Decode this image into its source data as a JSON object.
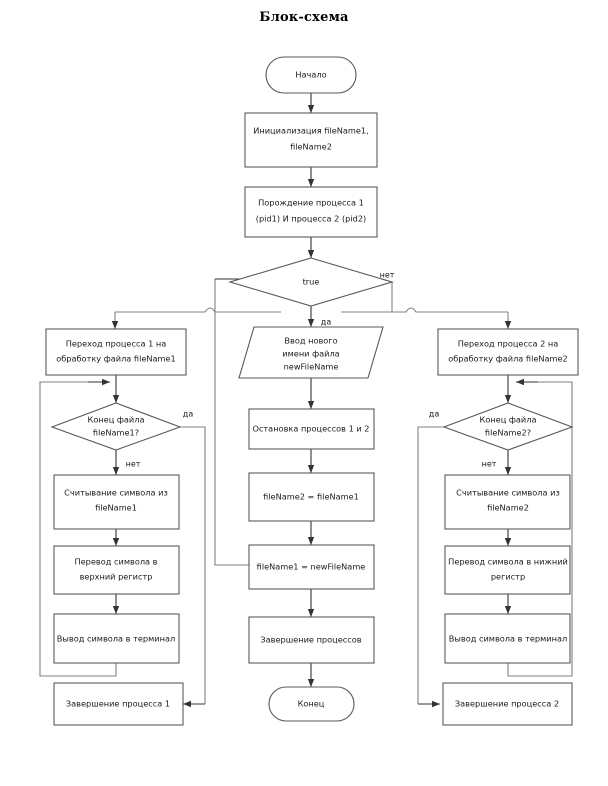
{
  "title": "Блок-схема",
  "chart_data": {
    "type": "diagram",
    "diagram_kind": "flowchart",
    "title": "Блок-схема",
    "language": "ru",
    "nodes": [
      {
        "id": "start",
        "shape": "terminator",
        "text": "Начало",
        "column": "center"
      },
      {
        "id": "init",
        "shape": "process",
        "text": "Инициализация fileName1, fileName2",
        "column": "center"
      },
      {
        "id": "spawn",
        "shape": "process",
        "text": "Порождение процесса 1 (pid1) И процесса 2 (pid2)",
        "column": "center"
      },
      {
        "id": "loop",
        "shape": "decision",
        "text": "true",
        "column": "center"
      },
      {
        "id": "p1switch",
        "shape": "process",
        "text": "Переход процесса 1 на обработку файла fileName1",
        "column": "left"
      },
      {
        "id": "p1eof",
        "shape": "decision",
        "text": "Конец файла fileName1?",
        "column": "left"
      },
      {
        "id": "p1read",
        "shape": "process",
        "text": "Считывание символа из fileName1",
        "column": "left"
      },
      {
        "id": "p1upper",
        "shape": "process",
        "text": "Перевод символа в верхний регистр",
        "column": "left"
      },
      {
        "id": "p1print",
        "shape": "process",
        "text": "Вывод символа в терминал",
        "column": "left"
      },
      {
        "id": "p1end",
        "shape": "process",
        "text": "Завершение процесса 1",
        "column": "left"
      },
      {
        "id": "input",
        "shape": "input-output",
        "text": "Ввод нового имени файла newFileName",
        "column": "center"
      },
      {
        "id": "stop",
        "shape": "process",
        "text": "Остановка процессов 1 и 2",
        "column": "center"
      },
      {
        "id": "assign2",
        "shape": "process",
        "text": "fileName2 = fileName1",
        "column": "center"
      },
      {
        "id": "assign1",
        "shape": "process",
        "text": "fileName1 = newFileName",
        "column": "center"
      },
      {
        "id": "finish",
        "shape": "process",
        "text": "Завершение процессов",
        "column": "center"
      },
      {
        "id": "end",
        "shape": "terminator",
        "text": "Конец",
        "column": "center"
      },
      {
        "id": "p2switch",
        "shape": "process",
        "text": "Переход процесса 2 на обработку файла fileName2",
        "column": "right"
      },
      {
        "id": "p2eof",
        "shape": "decision",
        "text": "Конец файла fileName2?",
        "column": "right"
      },
      {
        "id": "p2read",
        "shape": "process",
        "text": "Считывание символа из fileName2",
        "column": "right"
      },
      {
        "id": "p2lower",
        "shape": "process",
        "text": "Перевод символа в нижний регистр",
        "column": "right"
      },
      {
        "id": "p2print",
        "shape": "process",
        "text": "Вывод символа в терминал",
        "column": "right"
      },
      {
        "id": "p2end",
        "shape": "process",
        "text": "Завершение процесса 2",
        "column": "right"
      }
    ],
    "edge_labels": [
      {
        "id": "loop-no",
        "text": "нет",
        "from": "loop",
        "side": "right"
      },
      {
        "id": "loop-yes",
        "text": "да",
        "from": "loop",
        "side": "bottom"
      },
      {
        "id": "p1eof-yes",
        "text": "да",
        "from": "p1eof",
        "side": "right"
      },
      {
        "id": "p1eof-no",
        "text": "нет",
        "from": "p1eof",
        "side": "bottom"
      },
      {
        "id": "p2eof-yes",
        "text": "да",
        "from": "p2eof",
        "side": "left"
      },
      {
        "id": "p2eof-no",
        "text": "нет",
        "from": "p2eof",
        "side": "bottom"
      }
    ],
    "colors": {
      "shape_stroke": "#595959",
      "shape_fill": "#ffffff",
      "connector": "#808080",
      "text": "#1a1a1a",
      "background": "#ffffff"
    }
  },
  "nodes": {
    "start": {
      "text": "Начало"
    },
    "init": {
      "line1": "Инициализация fileName1,",
      "line2": "fileName2"
    },
    "spawn": {
      "line1": "Порождение процесса 1",
      "line2": "(pid1) И процесса 2 (pid2)"
    },
    "loop": {
      "text": "true"
    },
    "p1switch": {
      "line1": "Переход процесса 1 на",
      "line2": "обработку файла fileName1"
    },
    "p1eof": {
      "line1": "Конец файла",
      "line2": "fileName1?"
    },
    "p1read": {
      "line1": "Считывание символа из",
      "line2": "fileName1"
    },
    "p1upper": {
      "line1": "Перевод символа в",
      "line2": "верхний регистр"
    },
    "p1print": {
      "text": "Вывод символа в терминал"
    },
    "p1end": {
      "text": "Завершение процесса 1"
    },
    "input": {
      "line1": "Ввод нового",
      "line2": "имени файла",
      "line3": "newFileName"
    },
    "stop": {
      "text": "Остановка процессов 1 и 2"
    },
    "assign2": {
      "text": "fileName2 = fileName1"
    },
    "assign1": {
      "text": "fileName1 = newFileName"
    },
    "finish": {
      "text": "Завершение процессов"
    },
    "end": {
      "text": "Конец"
    },
    "p2switch": {
      "line1": "Переход процесса 2 на",
      "line2": "обработку файла fileName2"
    },
    "p2eof": {
      "line1": "Конец файла",
      "line2": "fileName2?"
    },
    "p2read": {
      "line1": "Считывание символа из",
      "line2": "fileName2"
    },
    "p2lower": {
      "line1": "Перевод символа в нижний",
      "line2": "регистр"
    },
    "p2print": {
      "text": "Вывод символа в терминал"
    },
    "p2end": {
      "text": "Завершение процесса 2"
    }
  },
  "labels": {
    "loop_no": "нет",
    "loop_yes": "да",
    "p1eof_yes": "да",
    "p1eof_no": "нет",
    "p2eof_yes": "да",
    "p2eof_no": "нет"
  }
}
